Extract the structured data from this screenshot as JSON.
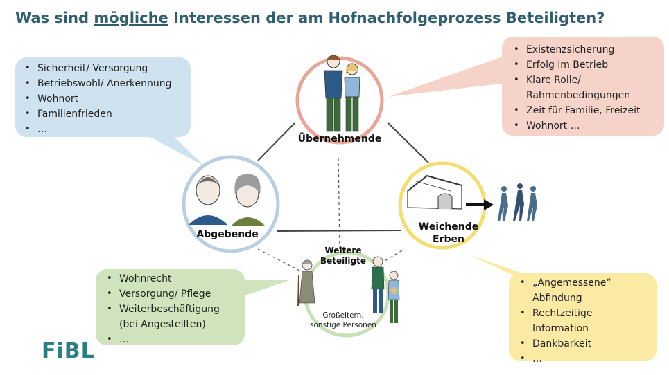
{
  "title": {
    "before": "Was sind ",
    "underlined": "mögliche",
    "after": " Interessen der am Hofnachfolgeprozess Beteiligten?"
  },
  "roles": {
    "uebernehmende": "Übernehmende",
    "abgebende": "Abgebende",
    "weichende_line1": "Weichende",
    "weichende_line2": "Erben",
    "weitere_line1": "Weitere",
    "weitere_line2": "Beteiligte",
    "weitere_note_line1": "Großeltern,",
    "weitere_note_line2": "sonstige Personen"
  },
  "bubbles": {
    "abgebende": {
      "color": "#cfe2ef",
      "items": [
        "Sicherheit/  Versorgung",
        "Betriebswohl/ Anerkennung",
        "Wohnort",
        "Familienfrieden",
        "…"
      ]
    },
    "uebernehmende": {
      "color": "#f5d3c9",
      "items": [
        "Existenzsicherung",
        "Erfolg im Betrieb",
        "Klare Rolle/",
        "Rahmenbedingungen",
        "Zeit für Familie, Freizeit",
        "Wohnort …"
      ]
    },
    "weitere": {
      "color": "#cfe4bd",
      "items": [
        "Wohnrecht",
        "Versorgung/ Pflege",
        "Weiterbeschäftigung",
        "(bei Angestellten)",
        "…"
      ]
    },
    "weichende": {
      "color": "#fbeaa3",
      "items": [
        "„Angemessene“",
        "Abfindung",
        "Rechtzeitige",
        "Information",
        "Dankbarkeit",
        "…"
      ]
    }
  },
  "colors": {
    "title": "#2f5f6e",
    "ring_uebernehmende": "#e8a595",
    "ring_abgebende": "#b9cfe1",
    "ring_weichende": "#f5dc6e",
    "ring_weitere": "#c7e0b4",
    "logo": "#2a7f86"
  },
  "logo": "FiBL"
}
